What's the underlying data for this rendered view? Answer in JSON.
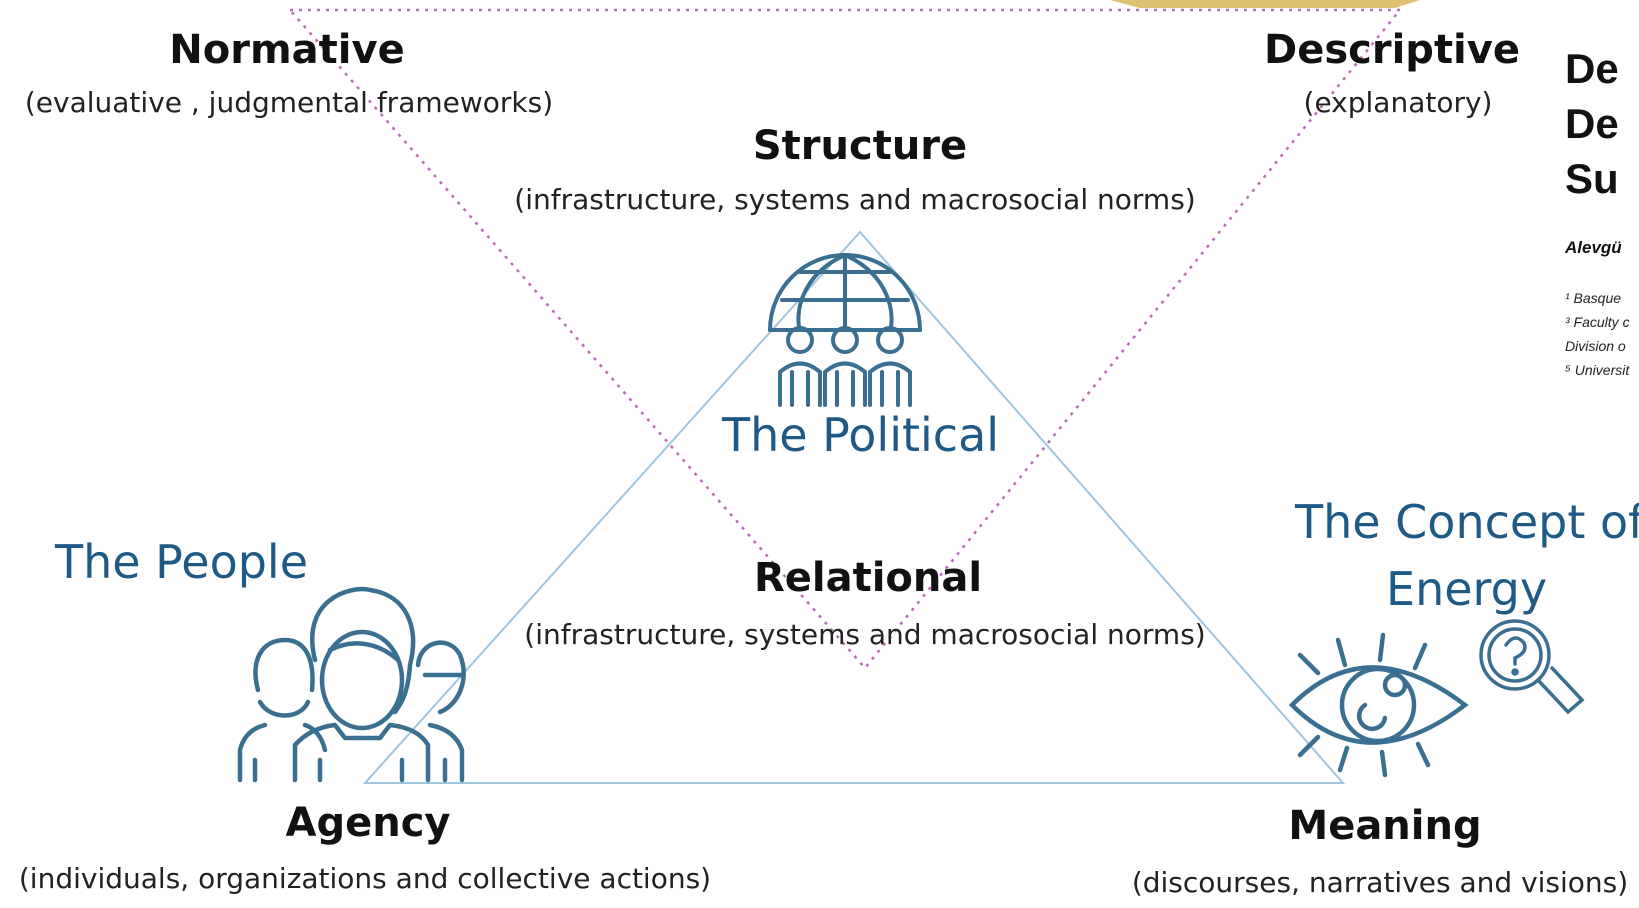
{
  "corners": {
    "normative": {
      "title": "Normative",
      "sub": "(evaluative , judgmental frameworks)"
    },
    "descriptive": {
      "title": "Descriptive",
      "sub": "(explanatory)"
    }
  },
  "nodes": {
    "structure": {
      "title": "Structure",
      "sub": "(infrastructure, systems and macrosocial norms)",
      "label": "The Political"
    },
    "relational": {
      "title": "Relational",
      "sub": "(infrastructure, systems and macrosocial norms)"
    },
    "agency": {
      "title": "Agency",
      "sub": "(individuals, organizations and collective actions)",
      "label": "The People"
    },
    "meaning": {
      "title": "Meaning",
      "sub": "(discourses, narratives and visions)",
      "label_line1": "The Concept of",
      "label_line2": "Energy"
    }
  },
  "paper_fragment": {
    "heading": [
      "De",
      "De",
      "Su"
    ],
    "author": "Alevgü",
    "affiliations": [
      "¹ Basque",
      "³ Faculty c",
      "Division o",
      "⁵ Universit"
    ]
  },
  "colors": {
    "blue": "#1f5a86",
    "icon": "#3b6f91",
    "dotted": "#b76fb4",
    "line": "#9fc6e0"
  }
}
